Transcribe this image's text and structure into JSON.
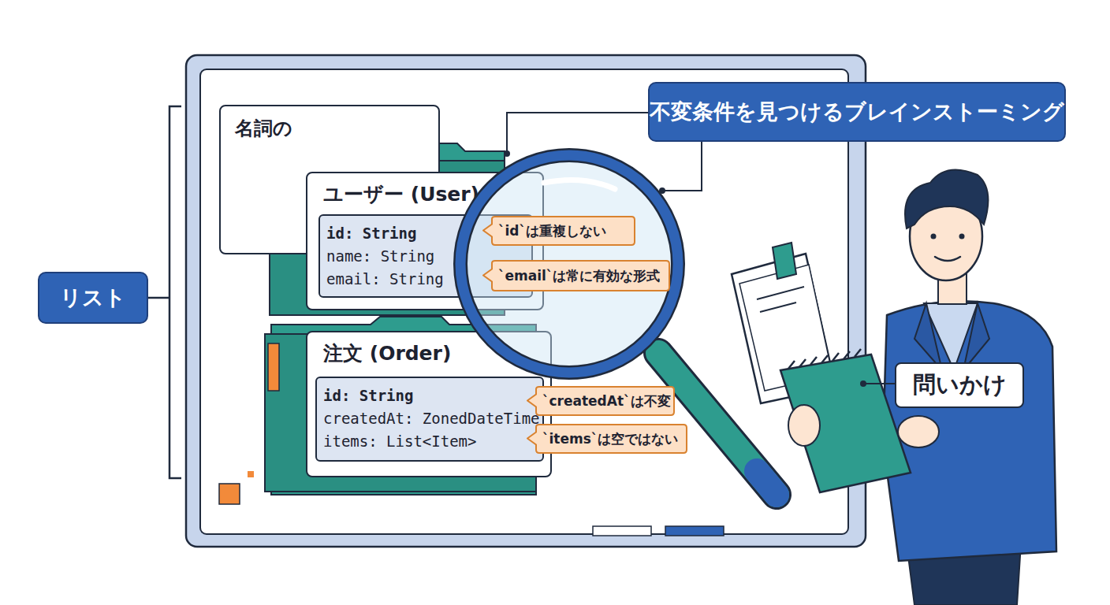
{
  "diagram": {
    "nodes": [
      {
        "text": [
          "名詞の"
        ]
      },
      {
        "text": [
          "ユーザー (User)"
        ]
      },
      {
        "text": [
          "id: String",
          "name: String",
          "email: String"
        ],
        "in": 1
      },
      {
        "text": [
          "`id`は重複しない"
        ]
      },
      {
        "text": [
          "`email`は常に有効な形式"
        ]
      },
      {
        "text": [
          "注文 (Order)"
        ]
      },
      {
        "text": [
          "id: String",
          "createdAt: ZonedDateTime",
          "items: List<Item>"
        ],
        "in": 5
      },
      {
        "text": [
          "`createdAt`は不変"
        ]
      },
      {
        "text": [
          "`items`は空ではない"
        ]
      },
      {
        "text": [
          "リスト"
        ]
      },
      {
        "text": [
          "不変条件を見つけるブレインストーミング"
        ]
      },
      {
        "text": [
          "問いかけ"
        ]
      }
    ]
  }
}
